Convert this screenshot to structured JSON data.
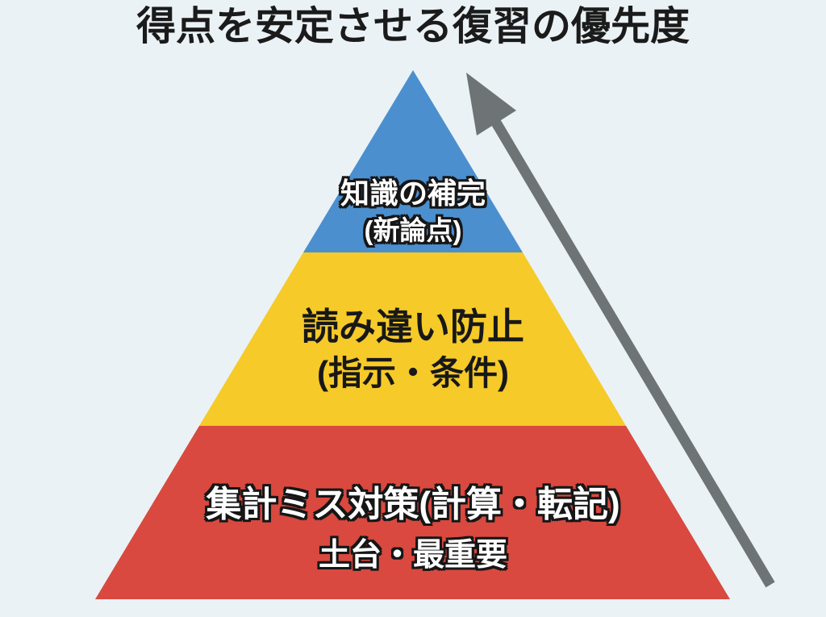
{
  "background_color": "#eaf2f5",
  "title": "得点を安定させる復習の優先度",
  "pyramid": {
    "levels": [
      {
        "id": "top",
        "label_line1": "知識の補完",
        "label_line2": "(新論点)",
        "color": "#4b8fcf",
        "text_color": "#ffffff"
      },
      {
        "id": "middle",
        "label_line1": "読み違い防止",
        "label_line2": "(指示・条件)",
        "color": "#f6ca28",
        "text_color": "#181818"
      },
      {
        "id": "bottom",
        "label_line1": "集計ミス対策(計算・転記)",
        "label_line2": "土台・最重要",
        "color": "#d9493f",
        "text_color": "#ffffff"
      }
    ]
  },
  "arrow": {
    "name": "upward-priority-arrow",
    "color": "#6e7375"
  }
}
